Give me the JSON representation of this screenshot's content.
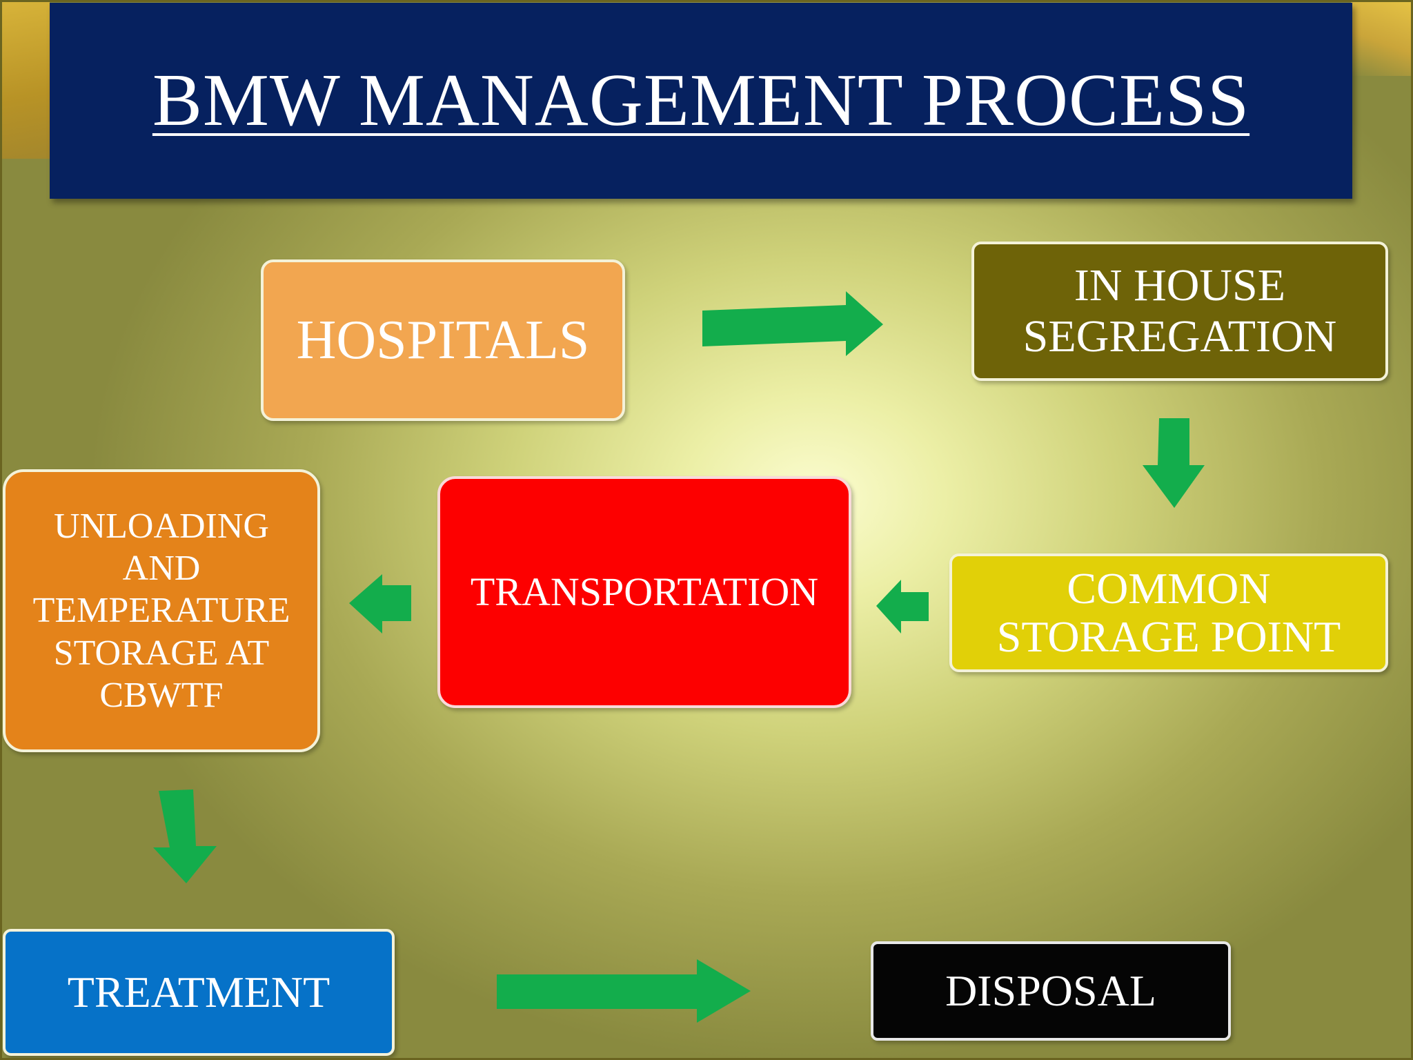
{
  "title": "BMW MANAGEMENT PROCESS",
  "nodes": {
    "hospitals": "HOSPITALS",
    "in_house_segregation": "IN HOUSE\nSEGREGATION",
    "common_storage_point": "COMMON\nSTORAGE POINT",
    "transportation": "TRANSPORTATION",
    "unloading": "UNLOADING\nAND\nTEMPERATURE\nSTORAGE AT\nCBWTF",
    "treatment": "TREATMENT",
    "disposal": "DISPOSAL"
  },
  "edges": [
    {
      "from": "hospitals",
      "to": "in_house_segregation",
      "direction": "right"
    },
    {
      "from": "in_house_segregation",
      "to": "common_storage_point",
      "direction": "down"
    },
    {
      "from": "common_storage_point",
      "to": "transportation",
      "direction": "left"
    },
    {
      "from": "transportation",
      "to": "unloading",
      "direction": "left"
    },
    {
      "from": "unloading",
      "to": "treatment",
      "direction": "down"
    },
    {
      "from": "treatment",
      "to": "disposal",
      "direction": "right"
    }
  ],
  "colors": {
    "title_background": "#06215f",
    "arrow": "#13ad4c",
    "hospitals": "#f2a650",
    "in_house_segregation": "#6e6308",
    "common_storage_point": "#e1d008",
    "transportation": "#fd0000",
    "unloading": "#e4831a",
    "treatment": "#0672c8",
    "disposal": "#050505"
  }
}
